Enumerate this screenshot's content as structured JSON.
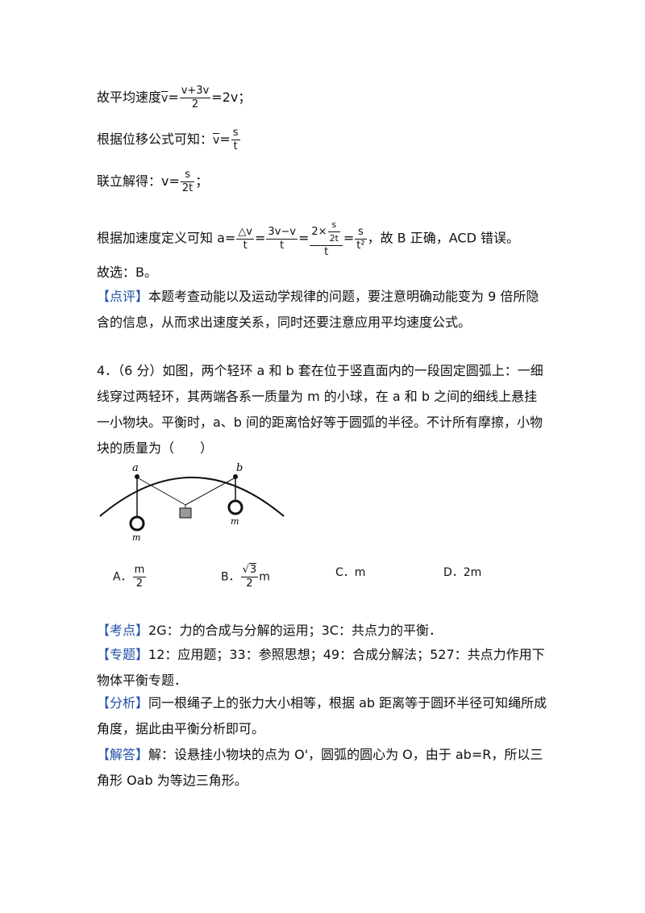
{
  "lines": {
    "avg_prefix": "故平均速度",
    "avg_v": "v",
    "avg_eq": "=",
    "avg_num": "v+3v",
    "avg_den": "2",
    "avg_result": "=2v；",
    "disp_prefix": "根据位移公式可知：",
    "disp_v": "v",
    "disp_eq": "=",
    "disp_num": "s",
    "disp_den": "t",
    "solve_prefix": "联立解得：v=",
    "solve_num": "s",
    "solve_den": "2t",
    "solve_suffix": "；",
    "acc_prefix": "根据加速度定义可知 a=",
    "acc_f1_num": "△v",
    "acc_f1_den": "t",
    "acc_f2_num": "3v−v",
    "acc_f2_den": "t",
    "acc_f3_num_a": "2×",
    "acc_f3_inner_num": "s",
    "acc_f3_inner_den": "2t",
    "acc_f3_den": "t",
    "acc_f4_num": "s",
    "acc_f4_den": "t²",
    "acc_suffix": "，故 B 正确，ACD 错误。",
    "eq": "="
  },
  "answer": "故选：B。",
  "comment": {
    "tag": "【点评】",
    "text": "本题考查动能以及运动学规律的问题，要注意明确动能变为 9 倍所隐含的信息，从而求出速度关系，同时还要注意应用平均速度公式。"
  },
  "question": {
    "number": "4．（6 分）",
    "text": "如图，两个轻环 a 和 b 套在位于竖直面内的一段固定圆弧上：一细线穿过两轻环，其两端各系一质量为 m 的小球，在 a 和 b 之间的细线上悬挂一小物块。平衡时，a、b 间的距离恰好等于圆弧的半径。不计所有摩擦，小物块的质量为（　　）",
    "figure": {
      "label_a": "a",
      "label_b": "b",
      "label_m_left": "m",
      "label_m_right": "m"
    },
    "options": {
      "a_label": "A．",
      "a_num": "m",
      "a_den": "2",
      "b_label": "B．",
      "b_num_root": "3",
      "b_den": "2",
      "b_suffix": "m",
      "c": "C．m",
      "d": "D．2m"
    }
  },
  "analysis": {
    "kaodian_tag": "【考点】",
    "kaodian": "2G：力的合成与分解的运用；3C：共点力的平衡．",
    "zhuanti_tag": "【专题】",
    "zhuanti": "12：应用题；33：参照思想；49：合成分解法；527：共点力作用下物体平衡专题．",
    "fenxi_tag": "【分析】",
    "fenxi": "同一根绳子上的张力大小相等，根据 ab 距离等于圆环半径可知绳所成角度，据此由平衡分析即可。",
    "jieda_tag": "【解答】",
    "jieda": "解：设悬挂小物块的点为 O'，圆弧的圆心为 O，由于 ab=R，所以三角形 Oab 为等边三角形。"
  }
}
